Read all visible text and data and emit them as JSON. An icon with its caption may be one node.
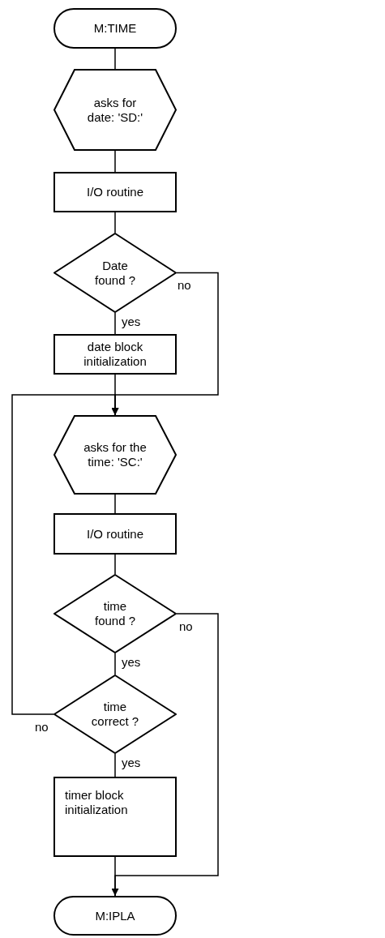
{
  "diagram": {
    "nodes": [
      {
        "text": [
          "M:TIME"
        ]
      },
      {
        "text": [
          "asks for date: 'SD:'"
        ]
      },
      {
        "text": [
          "I/O routine"
        ]
      },
      {
        "text": [
          "Date found ?"
        ]
      },
      {
        "text": [
          "date block initialization"
        ]
      },
      {
        "text": [
          "asks for the time: 'SC:'"
        ]
      },
      {
        "text": [
          "I/O routine"
        ]
      },
      {
        "text": [
          "time found ?"
        ]
      },
      {
        "text": [
          "time correct ?"
        ]
      },
      {
        "text": [
          "timer block initialization"
        ]
      },
      {
        "text": [
          "M:IPLA"
        ]
      }
    ],
    "edges": [
      {
        "from": 0,
        "to": 1,
        "arrow": "none"
      },
      {
        "from": 1,
        "to": 2,
        "arrow": "none"
      },
      {
        "from": 2,
        "to": 3,
        "arrow": "none"
      },
      {
        "from": 3,
        "to": 4,
        "arrow": "none",
        "label": "yes"
      },
      {
        "from": 3,
        "to": 5,
        "arrow": "to",
        "label": "no"
      },
      {
        "from": 4,
        "to": 5,
        "arrow": "none"
      },
      {
        "from": 5,
        "to": 6,
        "arrow": "none"
      },
      {
        "from": 6,
        "to": 7,
        "arrow": "none"
      },
      {
        "from": 7,
        "to": 8,
        "arrow": "none",
        "label": "yes"
      },
      {
        "from": 7,
        "to": 10,
        "arrow": "to",
        "label": "no"
      },
      {
        "from": 8,
        "to": 5,
        "arrow": "to",
        "label": "no"
      },
      {
        "from": 8,
        "to": 9,
        "arrow": "none",
        "label": "yes"
      },
      {
        "from": 9,
        "to": 10,
        "arrow": "none"
      }
    ]
  }
}
